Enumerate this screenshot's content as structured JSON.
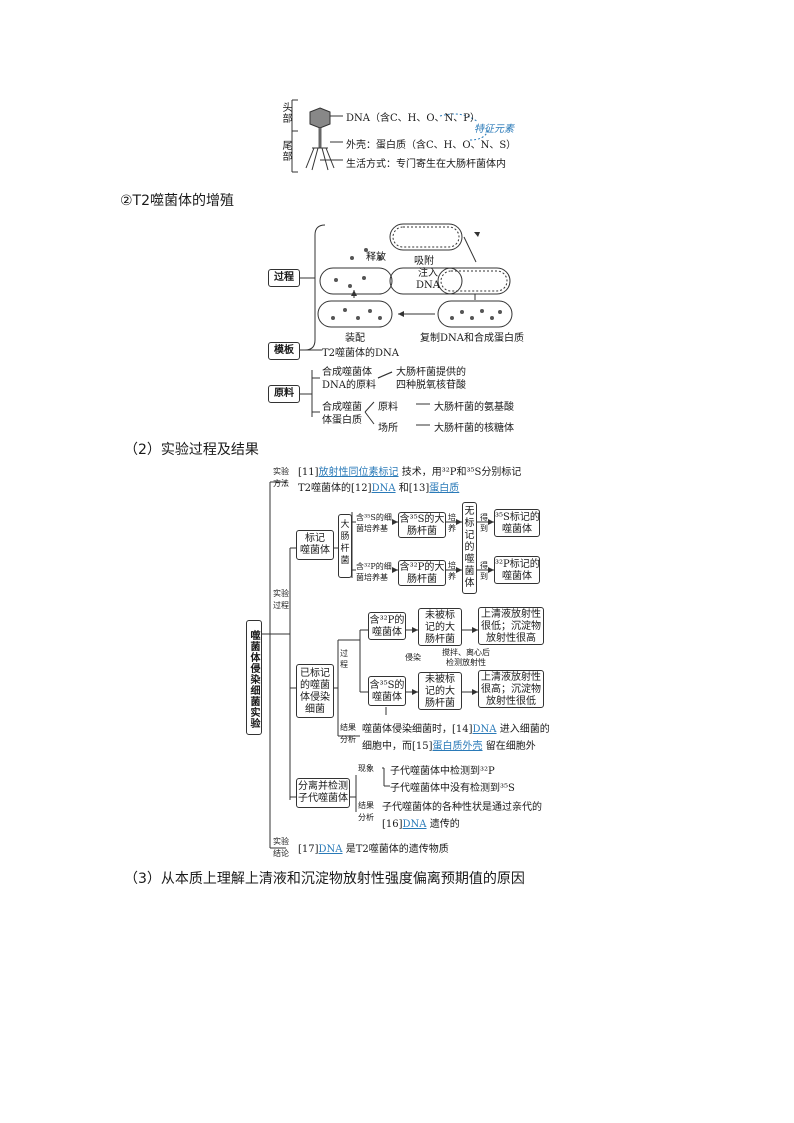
{
  "phage": {
    "label_head": "头部",
    "label_tail": "尾部",
    "dna": "DNA（含C、H、O、N、P）",
    "special": "特征元素",
    "shell": "外壳：蛋白质（含C、H、O、N、S）",
    "life": "生活方式：专门寄生在大肠杆菌体内"
  },
  "section_reproduction": "②T2噬菌体的增殖",
  "cycle": {
    "process": "过程",
    "release": "释放",
    "adsorb": "吸附",
    "inject": "注入\nDNA",
    "assemble": "装配",
    "replicate": "复制DNA和合成蛋白质",
    "template": "模板",
    "template_desc": "T2噬菌体的DNA",
    "material": "原料",
    "m1": "合成噬菌体\nDNA的原料",
    "m1_desc": "大肠杆菌提供的\n四种脱氧核苷酸",
    "m2": "合成噬菌\n体蛋白质",
    "raw": "原料",
    "raw_desc": "大肠杆菌的氨基酸",
    "site": "场所",
    "site_desc": "大肠杆菌的核糖体"
  },
  "section_experiment": "（2）实验过程及结果",
  "exp": {
    "root": "噬菌体侵染细菌实验",
    "method_label": "实验\n方法",
    "method_line1_pre": "[11]",
    "method_line1_ans": "放射性同位素标记",
    "method_line1_post": "技术，用³²P和³⁵S分别标记",
    "method_line2_pre": "T2噬菌体的[12]",
    "method_line2_ans1": "DNA",
    "method_line2_mid": "和[13]",
    "method_line2_ans2": "蛋白质",
    "process_label": "实验\n过程",
    "label_phage": "标记\n噬菌体",
    "ecoli": "大\n肠\n杆\n菌",
    "s35_medium": "含³⁵S的细\n菌培养基",
    "s35_ecoli": "含³⁵S的大\n肠杆菌",
    "p32_medium": "含³²P的细\n菌培养基",
    "p32_ecoli": "含³²P的大\n肠杆菌",
    "culture": "培\n养",
    "unlabeled": "无\n标\n记\n的\n噬\n菌\n体",
    "obtain": "得\n到",
    "s35_phage": "³⁵S标记的\n噬菌体",
    "p32_phage": "³²P标记的\n噬菌体",
    "labeled_infect": "已标记\n的噬菌\n体侵染\n细菌",
    "proc": "过\n程",
    "p32_phage2": "含³²P的\n噬菌体",
    "s35_phage2": "含³⁵S的\n噬菌体",
    "infect": "侵染",
    "unlabeled_ecoli1": "未被标\n记的大\n肠杆菌",
    "unlabeled_ecoli2": "未被标\n记的大\n肠杆菌",
    "stir": "搅拌、离心后\n检测放射性",
    "result1": "上清液放射性\n很低；沉淀物\n放射性很高",
    "result2": "上清液放射性\n很高；沉淀物\n放射性很低",
    "analysis_label": "结果\n分析",
    "analysis_pre": "噬菌体侵染细菌时，[14]",
    "analysis_ans1": "DNA",
    "analysis_mid": "进入细菌的",
    "analysis_line2_pre": "细胞中，而[15]",
    "analysis_ans2": "蛋白质外壳",
    "analysis_line2_post": "留在细胞外",
    "separate": "分离并检测\n子代噬菌体",
    "phenomenon_label": "现象",
    "phen1": "子代噬菌体中检测到³²P",
    "phen2": "子代噬菌体中没有检测到³⁵S",
    "res_label": "结果\n分析",
    "res_line1": "子代噬菌体的各种性状是通过亲代的",
    "res_line2_pre": "[16]",
    "res_ans": "DNA",
    "res_line2_post": "遗传的",
    "conclusion_label": "实验\n结论",
    "concl_pre": "[17]",
    "concl_ans": "DNA",
    "concl_post": "是T2噬菌体的遗传物质"
  },
  "section_reason": "（3）从本质上理解上清液和沉淀物放射性强度偏离预期值的原因"
}
